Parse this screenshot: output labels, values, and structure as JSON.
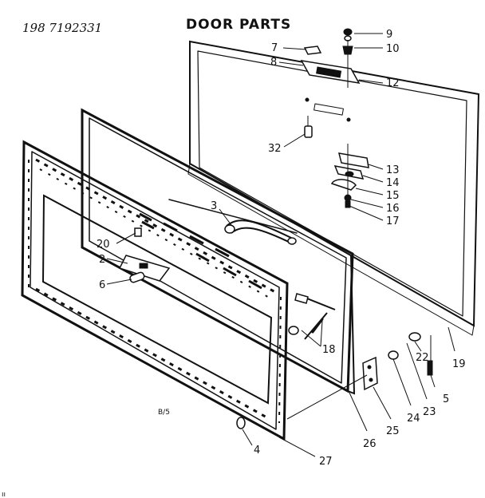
{
  "header": {
    "handwritten_number": "198 7192331",
    "title": "DOOR PARTS"
  },
  "callouts": [
    "2",
    "3",
    "4",
    "5",
    "6",
    "7",
    "8",
    "9",
    "10",
    "12",
    "13",
    "14",
    "15",
    "16",
    "17",
    "18",
    "19",
    "20",
    "22",
    "23",
    "24",
    "25",
    "26",
    "27",
    "32"
  ],
  "page_note": "B/5",
  "corner_mark": "ıı"
}
